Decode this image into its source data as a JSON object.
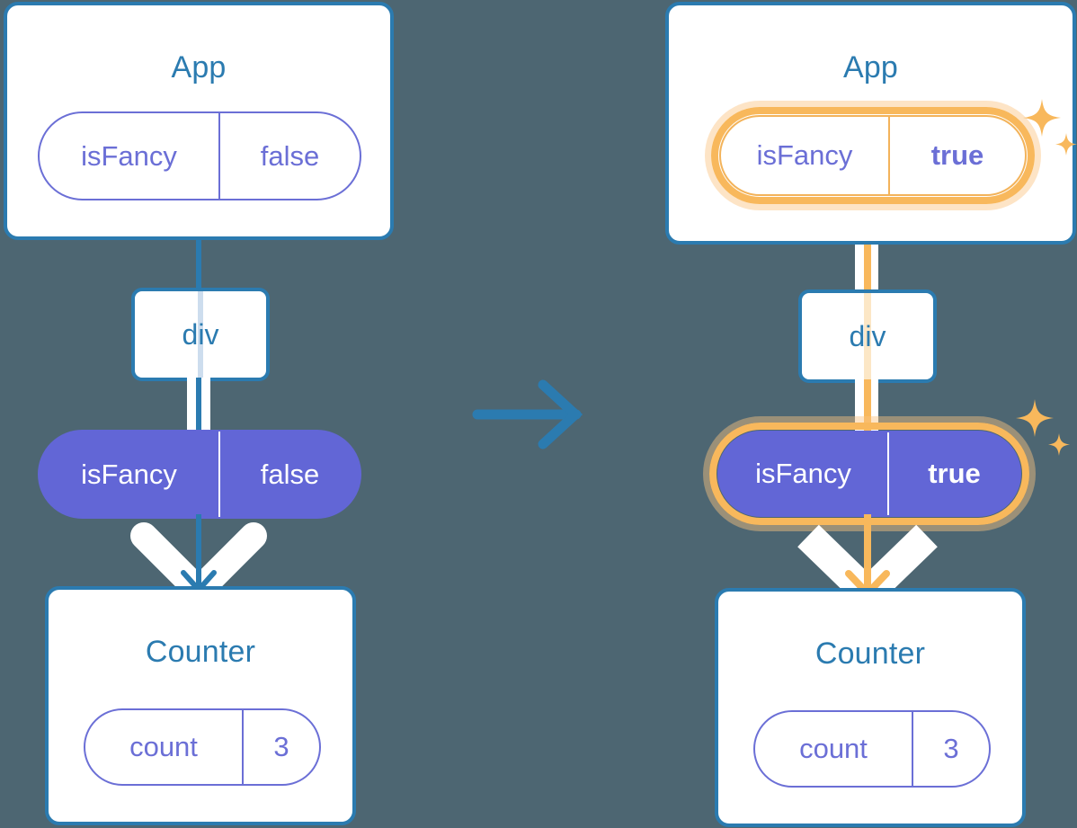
{
  "theme": {
    "background": "#4d6672",
    "card_border": "#2b7bb0",
    "title_color": "#2b7bb0",
    "pill_purple": "#6266d6",
    "pill_purple_outline": "#6b6fd6",
    "highlight_amber": "#f8b85c",
    "highlight_amber_soft": "#fac480",
    "white": "#ffffff"
  },
  "diagram": {
    "type": "react-state-propagation",
    "transition_icon": "arrow-right-icon",
    "panels": [
      {
        "id": "before",
        "state": "initial",
        "app_card": {
          "title": "App",
          "pill": {
            "name": "isFancy",
            "value": "false",
            "style": "outline",
            "highlighted": false,
            "bold_value": false
          }
        },
        "div_node": {
          "label": "div"
        },
        "prop_pill": {
          "name": "isFancy",
          "value": "false",
          "style": "filled",
          "highlighted": false,
          "bold_value": false
        },
        "counter_card": {
          "title": "Counter",
          "pill": {
            "name": "count",
            "value": "3",
            "style": "outline",
            "highlighted": false,
            "bold_value": false
          }
        },
        "connector_color": "#2b7bb0",
        "sparkles": false
      },
      {
        "id": "after",
        "state": "updated",
        "app_card": {
          "title": "App",
          "pill": {
            "name": "isFancy",
            "value": "true",
            "style": "outline",
            "highlighted": true,
            "bold_value": true
          }
        },
        "div_node": {
          "label": "div"
        },
        "prop_pill": {
          "name": "isFancy",
          "value": "true",
          "style": "filled",
          "highlighted": true,
          "bold_value": true
        },
        "counter_card": {
          "title": "Counter",
          "pill": {
            "name": "count",
            "value": "3",
            "style": "outline",
            "highlighted": false,
            "bold_value": false
          }
        },
        "connector_color": "#f8b85c",
        "sparkles": true,
        "sparkle_icons": [
          "sparkle-large-icon",
          "sparkle-small-icon"
        ]
      }
    ]
  }
}
